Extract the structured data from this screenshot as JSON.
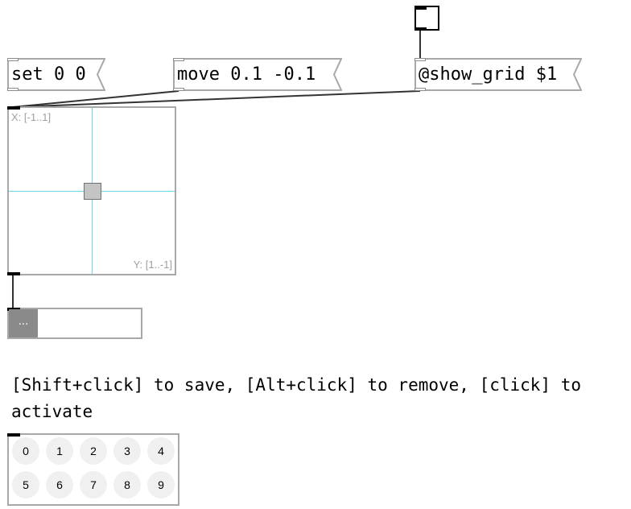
{
  "toggle": {
    "state": "off"
  },
  "messages": [
    {
      "id": "set",
      "label": "set 0 0"
    },
    {
      "id": "move",
      "label": "move 0.1 -0.1"
    },
    {
      "id": "show-grid",
      "label": "@show_grid $1"
    }
  ],
  "slider2d": {
    "x_label": "X: [-1..1]",
    "y_label": "Y: [1..-1]",
    "x_value": 0,
    "y_value": 0,
    "grid_color": "#66d9e8"
  },
  "listview": {
    "button_label": "..."
  },
  "comment": {
    "text": "[Shift+click] to save, [Alt+click] to remove, [click] to activate"
  },
  "preset": {
    "slots": [
      "0",
      "1",
      "2",
      "3",
      "4",
      "5",
      "6",
      "7",
      "8",
      "9"
    ]
  }
}
